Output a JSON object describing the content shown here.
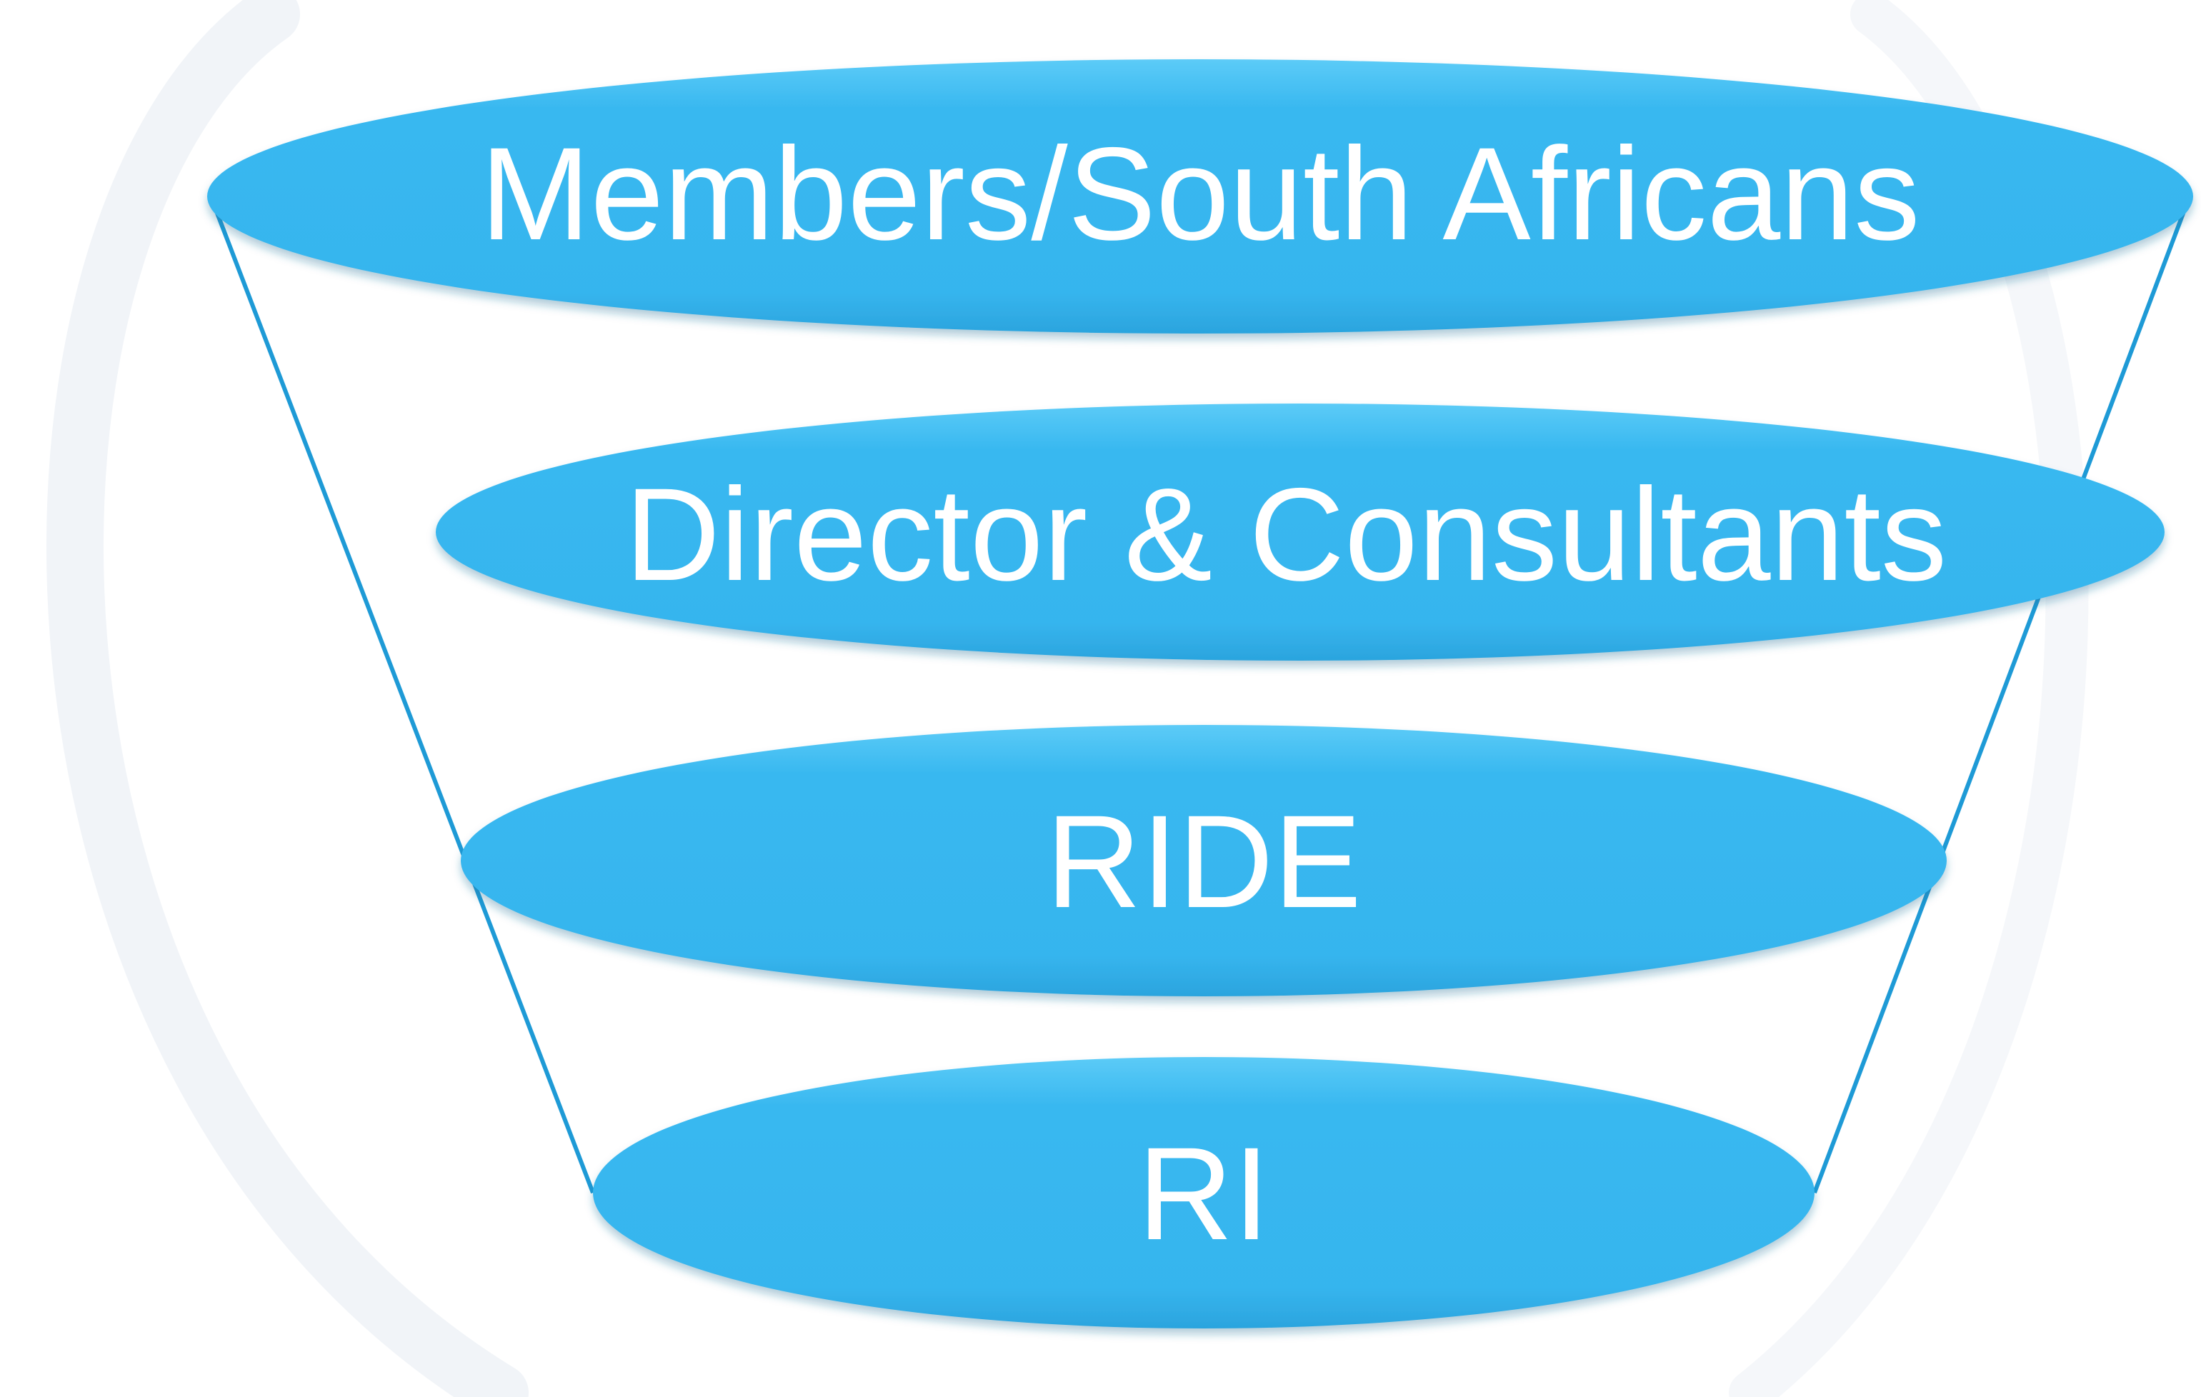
{
  "diagram": {
    "type": "funnel",
    "colors": {
      "fill": "#38B8F0",
      "fill_light": "#5CCBF7",
      "edge": "#2BA4DE",
      "outline": "#1E9AD6",
      "text": "#FFFFFF",
      "background_arc": "#F1F4F8"
    },
    "levels": [
      {
        "label": "Members/South Africans"
      },
      {
        "label": "Director & Consultants"
      },
      {
        "label": "RIDE"
      },
      {
        "label": "RI"
      }
    ]
  }
}
